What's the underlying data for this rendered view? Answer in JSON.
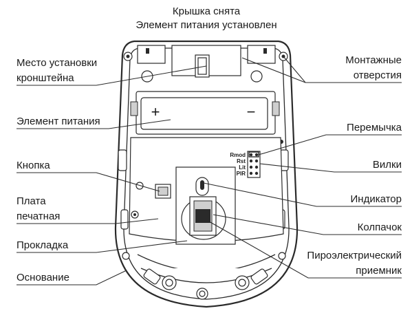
{
  "title": {
    "line1": "Крышка снята",
    "line2": "Элемент питания установлен"
  },
  "labels_left": {
    "bracket_place_1": "Место установки",
    "bracket_place_2": "кронштейна",
    "battery": "Элемент питания",
    "button": "Кнопка",
    "board_1": "Плата",
    "board_2": "печатная",
    "gasket": "Прокладка",
    "base": "Основание"
  },
  "labels_right": {
    "mount_holes_1": "Монтажные",
    "mount_holes_2": "отверстия",
    "jumper": "Перемычка",
    "pins": "Вилки",
    "indicator": "Индикатор",
    "cap": "Колпачок",
    "pir_1": "Пироэлектрический",
    "pir_2": "приемник"
  },
  "battery_marks": {
    "plus": "+",
    "minus": "−"
  },
  "pin_labels": [
    "Rmod",
    "Rst",
    "Lit",
    "PIR"
  ]
}
